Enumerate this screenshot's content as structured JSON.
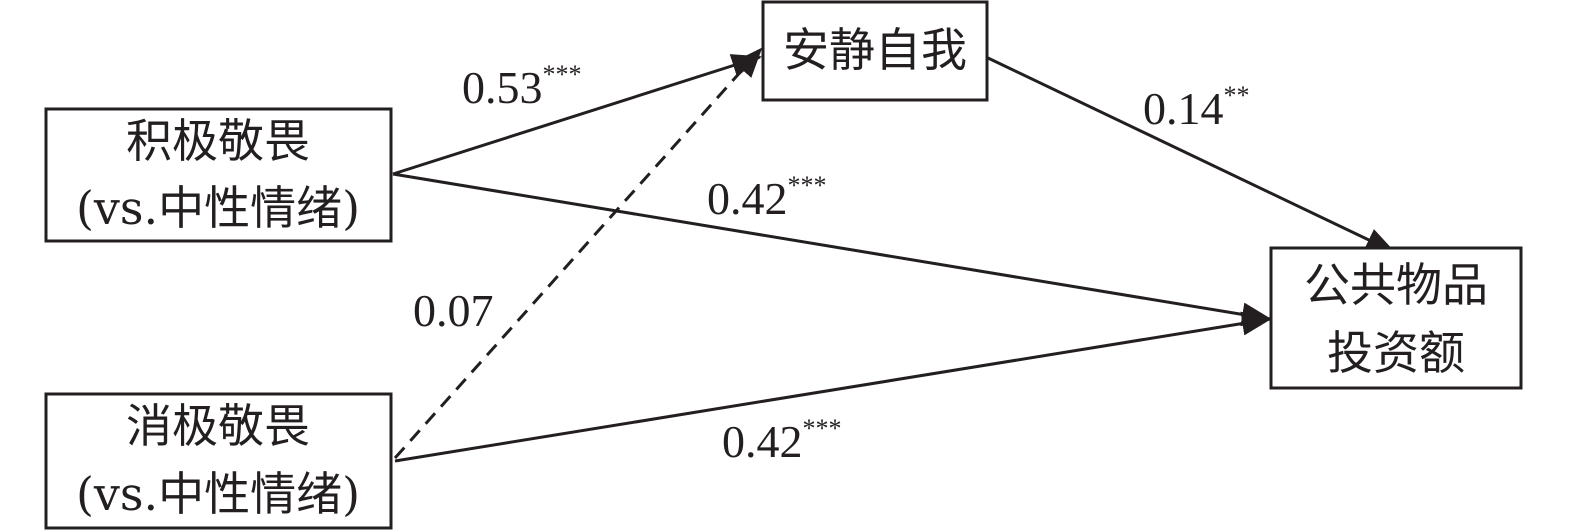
{
  "nodes": {
    "positive_awe": {
      "line1": "积极敬畏",
      "line2": "(vs.中性情绪)"
    },
    "negative_awe": {
      "line1": "消极敬畏",
      "line2": "(vs.中性情绪)"
    },
    "quiet_ego": {
      "line1": "安静自我"
    },
    "public_goods": {
      "line1": "公共物品",
      "line2": "投资额"
    }
  },
  "edges": {
    "positive_to_quiet_ego": {
      "coef": "0.53",
      "sig": "***",
      "style": "solid"
    },
    "quiet_ego_to_public_goods": {
      "coef": "0.14",
      "sig": "**",
      "style": "solid"
    },
    "positive_to_public_goods": {
      "coef": "0.42",
      "sig": "***",
      "style": "solid"
    },
    "negative_to_quiet_ego": {
      "coef": "0.07",
      "sig": "",
      "style": "dashed"
    },
    "negative_to_public_goods": {
      "coef": "0.42",
      "sig": "***",
      "style": "solid"
    }
  },
  "colors": {
    "ink": "#231f20",
    "background": "#ffffff"
  }
}
